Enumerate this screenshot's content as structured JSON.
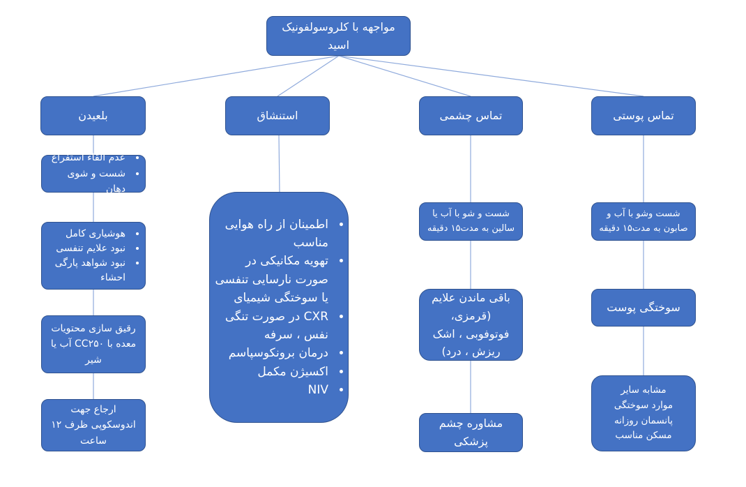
{
  "root": "مواجهه با کلروسولفونیک اسید",
  "branches": {
    "ingestion": {
      "title": "بلعیدن",
      "step1": [
        "عدم القاء استفراغ",
        "شست و شوی دهان"
      ],
      "step2": [
        "هوشیاری کامل",
        "نبود علایم تنفسی",
        "نبود شواهد پارگی احشاء"
      ],
      "step3": "رقیق سازی محتویات معده با CC۲۵۰ آب یا شیر",
      "step4": "ارجاع جهت اندوسکوپی ظرف ۱۲ ساعت"
    },
    "inhalation": {
      "title": "استنشاق",
      "items": [
        "اطمینان از راه هوایی مناسب",
        "تهویه مکانیکی در صورت نارسایی تنفسی یا سوختگی شیمیای",
        "CXR در صورت تنگی نفس ، سرفه",
        "درمان برونکوسپاسم",
        "اکسیژن مکمل",
        "NIV"
      ]
    },
    "eye": {
      "title": "تماس چشمی",
      "step1": "شست و شو با آب یا سالین به مدت۱۵ دقیقه",
      "step2": "باقی ماندن علایم (قرمزی، فوتوفوبی ، اشک ریزش ، درد)",
      "step3": "مشاوره چشم پزشکی"
    },
    "skin": {
      "title": "تماس پوستی",
      "step1": "شست وشو با آب و صابون به مدت۱۵ دقیقه",
      "step2": "سوختگی پوست",
      "step3": [
        "مشابه سایر موارد سوختگی",
        "پانسمان روزانه",
        "مسکن مناسب"
      ]
    }
  },
  "colors": {
    "box": "#4472C4",
    "border": "#2F528F",
    "line": "#8FAADC"
  }
}
